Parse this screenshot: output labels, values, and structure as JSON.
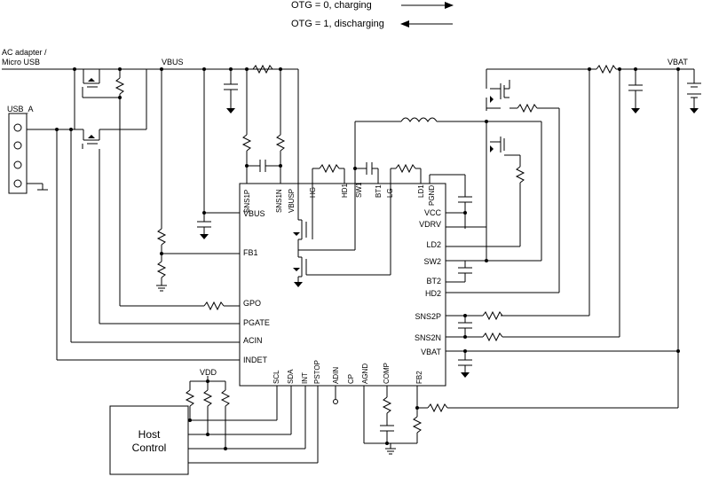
{
  "otg_legend": {
    "charging": "OTG  = 0, charging",
    "discharging": "OTG = 1, discharging"
  },
  "nets": {
    "ac_adapter_line1": "AC adapter /",
    "ac_adapter_line2": "Micro USB",
    "usb_a": "USB_A",
    "vbus": "VBUS",
    "vbat": "VBAT",
    "vdd": "VDD"
  },
  "host_control": {
    "line1": "Host",
    "line2": "Control"
  },
  "ic_pins": {
    "top": [
      "SNS1P",
      "SNS1N",
      "VBUSP",
      "HG",
      "HD1",
      "SW1",
      "BT1",
      "LG",
      "LD1",
      "PGND"
    ],
    "left": [
      "VBUS",
      "FB1",
      "GPO",
      "PGATE",
      "ACIN",
      "INDET"
    ],
    "right": [
      "VCC",
      "VDRV",
      "LD2",
      "SW2",
      "BT2",
      "HD2",
      "SNS2P",
      "SNS2N",
      "VBAT"
    ],
    "bottom": [
      "SCL",
      "SDA",
      "INT",
      "PSTOP",
      "ADIN",
      "CP",
      "AGND",
      "COMP",
      "FB2"
    ]
  }
}
